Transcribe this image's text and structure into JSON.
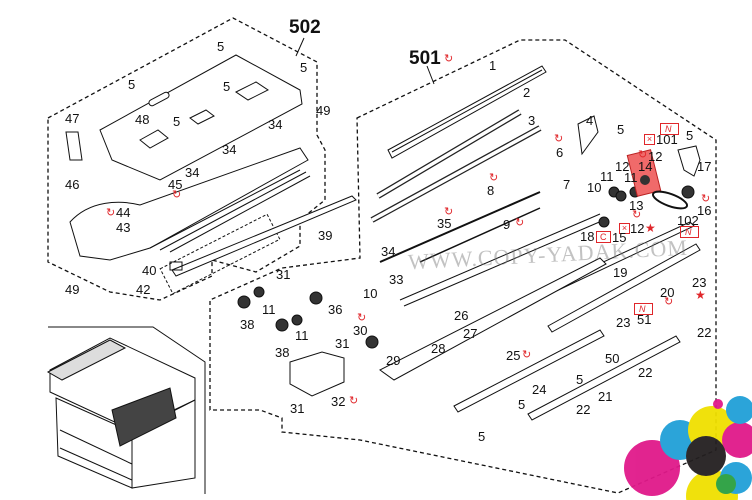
{
  "assemblies": [
    {
      "id": "unit-501",
      "label": "501",
      "has_rotate_mark": true
    },
    {
      "id": "unit-502",
      "label": "502",
      "has_rotate_mark": false
    }
  ],
  "watermark": "WWW.COPY-YADAK.COM",
  "callouts": [
    {
      "num": "1"
    },
    {
      "num": "2"
    },
    {
      "num": "3"
    },
    {
      "num": "4"
    },
    {
      "num": "5"
    },
    {
      "num": "6",
      "rotate": true
    },
    {
      "num": "7"
    },
    {
      "num": "8",
      "rotate": true
    },
    {
      "num": "9",
      "rotate": true
    },
    {
      "num": "10"
    },
    {
      "num": "11"
    },
    {
      "num": "12"
    },
    {
      "num": "13",
      "rotate": true
    },
    {
      "num": "14",
      "highlight": true
    },
    {
      "num": "15",
      "tag": "C"
    },
    {
      "num": "16",
      "rotate": true
    },
    {
      "num": "17"
    },
    {
      "num": "18"
    },
    {
      "num": "19"
    },
    {
      "num": "20",
      "rotate": true
    },
    {
      "num": "21"
    },
    {
      "num": "22"
    },
    {
      "num": "23",
      "star": true
    },
    {
      "num": "24"
    },
    {
      "num": "25",
      "rotate": true
    },
    {
      "num": "26"
    },
    {
      "num": "27"
    },
    {
      "num": "28"
    },
    {
      "num": "29"
    },
    {
      "num": "30",
      "rotate": true
    },
    {
      "num": "31"
    },
    {
      "num": "32",
      "rotate": true
    },
    {
      "num": "33"
    },
    {
      "num": "34"
    },
    {
      "num": "35",
      "rotate": true
    },
    {
      "num": "36"
    },
    {
      "num": "38"
    },
    {
      "num": "39"
    },
    {
      "num": "40"
    },
    {
      "num": "42"
    },
    {
      "num": "43"
    },
    {
      "num": "44",
      "rotate": true
    },
    {
      "num": "45",
      "rotate": true
    },
    {
      "num": "46"
    },
    {
      "num": "47"
    },
    {
      "num": "48"
    },
    {
      "num": "49"
    },
    {
      "num": "50"
    },
    {
      "num": "51",
      "tag": "N"
    },
    {
      "num": "101",
      "tag": "N",
      "discontinued": true
    },
    {
      "num": "102",
      "tag": "N"
    }
  ],
  "labels": {
    "l501": "501",
    "l502": "502",
    "n1": "1",
    "n2": "2",
    "n3": "3",
    "n4": "4",
    "n5": "5",
    "n6": "6",
    "n7": "7",
    "n8": "8",
    "n9": "9",
    "n10": "10",
    "n11": "11",
    "n12": "12",
    "n13": "13",
    "n14": "14",
    "n15": "15",
    "n16": "16",
    "n17": "17",
    "n18": "18",
    "n19": "19",
    "n20": "20",
    "n21": "21",
    "n22": "22",
    "n23": "23",
    "n24": "24",
    "n25": "25",
    "n26": "26",
    "n27": "27",
    "n28": "28",
    "n29": "29",
    "n30": "30",
    "n31": "31",
    "n32": "32",
    "n33": "33",
    "n34": "34",
    "n35": "35",
    "n36": "36",
    "n38": "38",
    "n39": "39",
    "n40": "40",
    "n42": "42",
    "n43": "43",
    "n44": "44",
    "n45": "45",
    "n46": "46",
    "n47": "47",
    "n48": "48",
    "n49": "49",
    "n50": "50",
    "n51": "51",
    "n101": "101",
    "n102": "102",
    "tag_n": "N",
    "tag_c": "C",
    "box_x": "×",
    "rotate": "↻",
    "star": "★"
  },
  "colors": {
    "accent_red": "#e0262a",
    "highlight_fill": "#f06a6a",
    "line": "#111111"
  }
}
